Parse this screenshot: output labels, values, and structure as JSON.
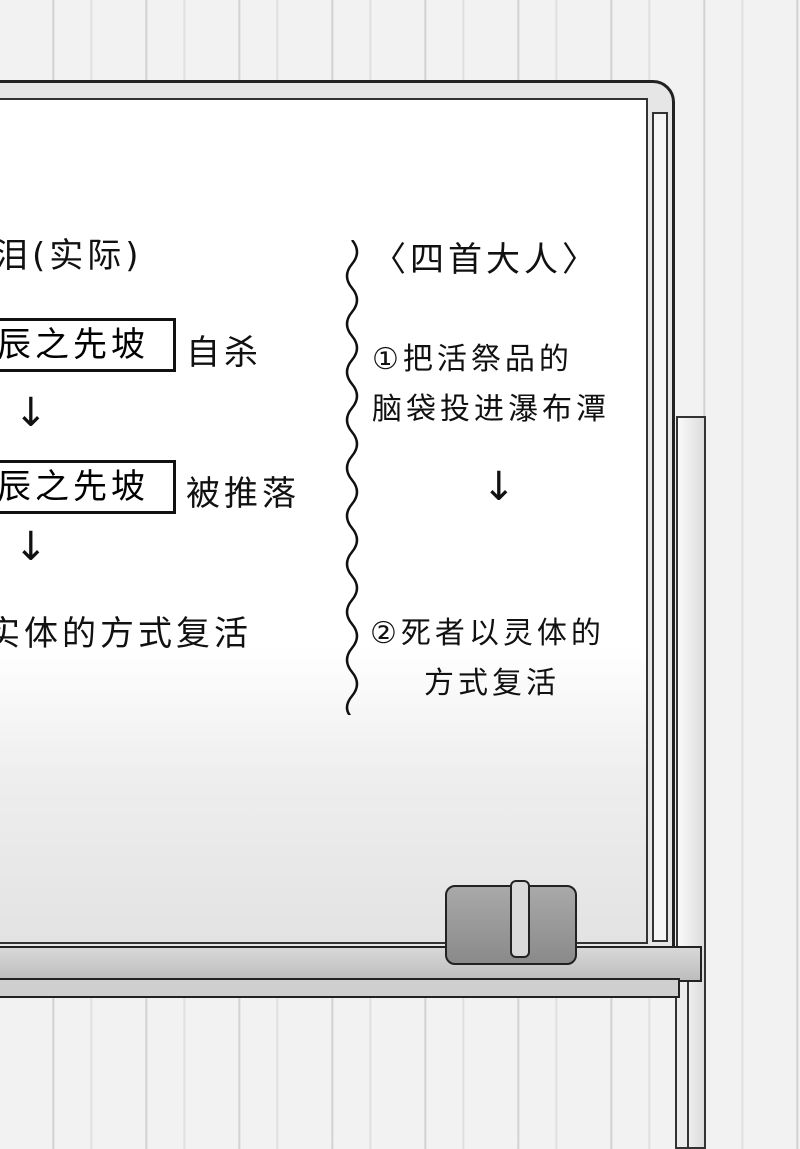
{
  "left_column": {
    "heading": "泪(实际)",
    "row1_boxed": "辰之先坡",
    "row1_suffix": "自杀",
    "arrow1": "↓",
    "row2_boxed": "辰之先坡",
    "row2_suffix": "被推落",
    "arrow2": "↓",
    "row3": "实体的方式复活"
  },
  "right_column": {
    "heading": "〈四首大人〉",
    "item1_line1": "①把活祭品的",
    "item1_line2": "脑袋投进瀑布潭",
    "arrow": "↓",
    "item2_line1": "②死者以灵体的",
    "item2_line2": "方式复活"
  }
}
